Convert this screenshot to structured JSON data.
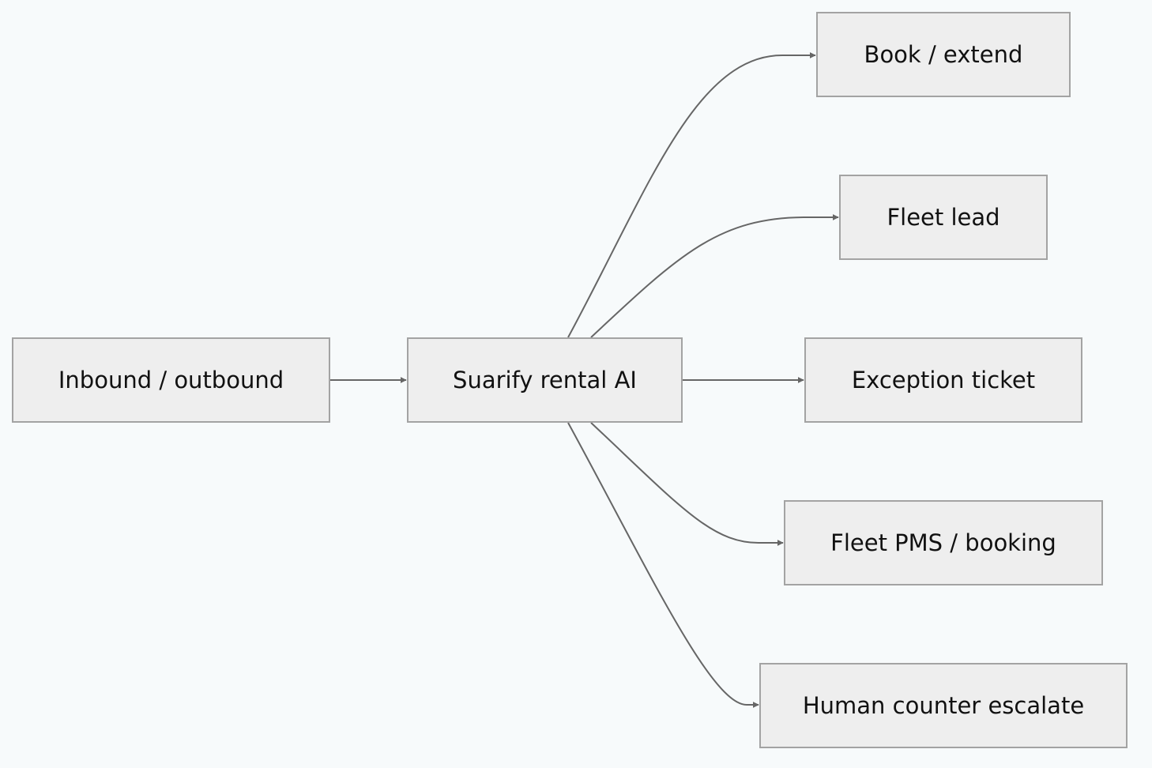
{
  "diagram": {
    "type": "flowchart",
    "direction": "left-to-right",
    "colors": {
      "background": "#f7fafb",
      "node_fill": "#eeeeee",
      "node_border": "#a3a3a3",
      "edge": "#666666",
      "text": "#111111"
    },
    "nodes": [
      {
        "id": "inbound",
        "label": "Inbound / outbound"
      },
      {
        "id": "ai",
        "label": "Suarify rental AI"
      },
      {
        "id": "book",
        "label": "Book / extend"
      },
      {
        "id": "lead",
        "label": "Fleet lead"
      },
      {
        "id": "ticket",
        "label": "Exception ticket"
      },
      {
        "id": "pms",
        "label": "Fleet PMS / booking"
      },
      {
        "id": "human",
        "label": "Human counter escalate"
      }
    ],
    "edges": [
      {
        "from": "inbound",
        "to": "ai"
      },
      {
        "from": "ai",
        "to": "book"
      },
      {
        "from": "ai",
        "to": "lead"
      },
      {
        "from": "ai",
        "to": "ticket"
      },
      {
        "from": "ai",
        "to": "pms"
      },
      {
        "from": "ai",
        "to": "human"
      }
    ]
  }
}
